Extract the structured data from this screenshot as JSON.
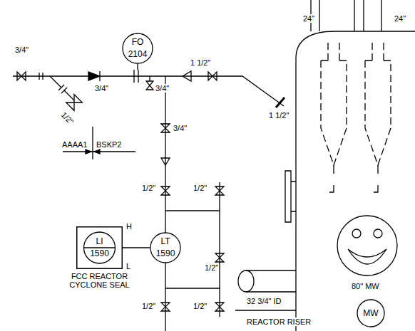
{
  "diagram": {
    "nodes": [
      {
        "text": [
          "FO",
          "2104"
        ]
      },
      {
        "text": [
          "LI",
          "1590",
          "FCC REACTOR CYCLONE SEAL"
        ]
      },
      {
        "text": [
          "LT",
          "1590"
        ]
      },
      {
        "text": [
          "MW"
        ]
      }
    ],
    "edges": [
      {
        "from": 1,
        "to": 2,
        "arrow": "none"
      }
    ],
    "labels": [
      "3/4\"",
      "1/2\"",
      "3/4\"",
      "AAAA1",
      "BSKP2",
      "3/4\"",
      "1 1/2\"",
      "1 1/2\"",
      "24\"",
      "24\"",
      "3/4\"",
      "1/2\"",
      "1/2\"",
      "1/2\"",
      "1/2\"",
      "1/2\"",
      "H",
      "L",
      "32 3/4\" ID",
      "REACTOR RISER",
      "80\" MW"
    ]
  }
}
